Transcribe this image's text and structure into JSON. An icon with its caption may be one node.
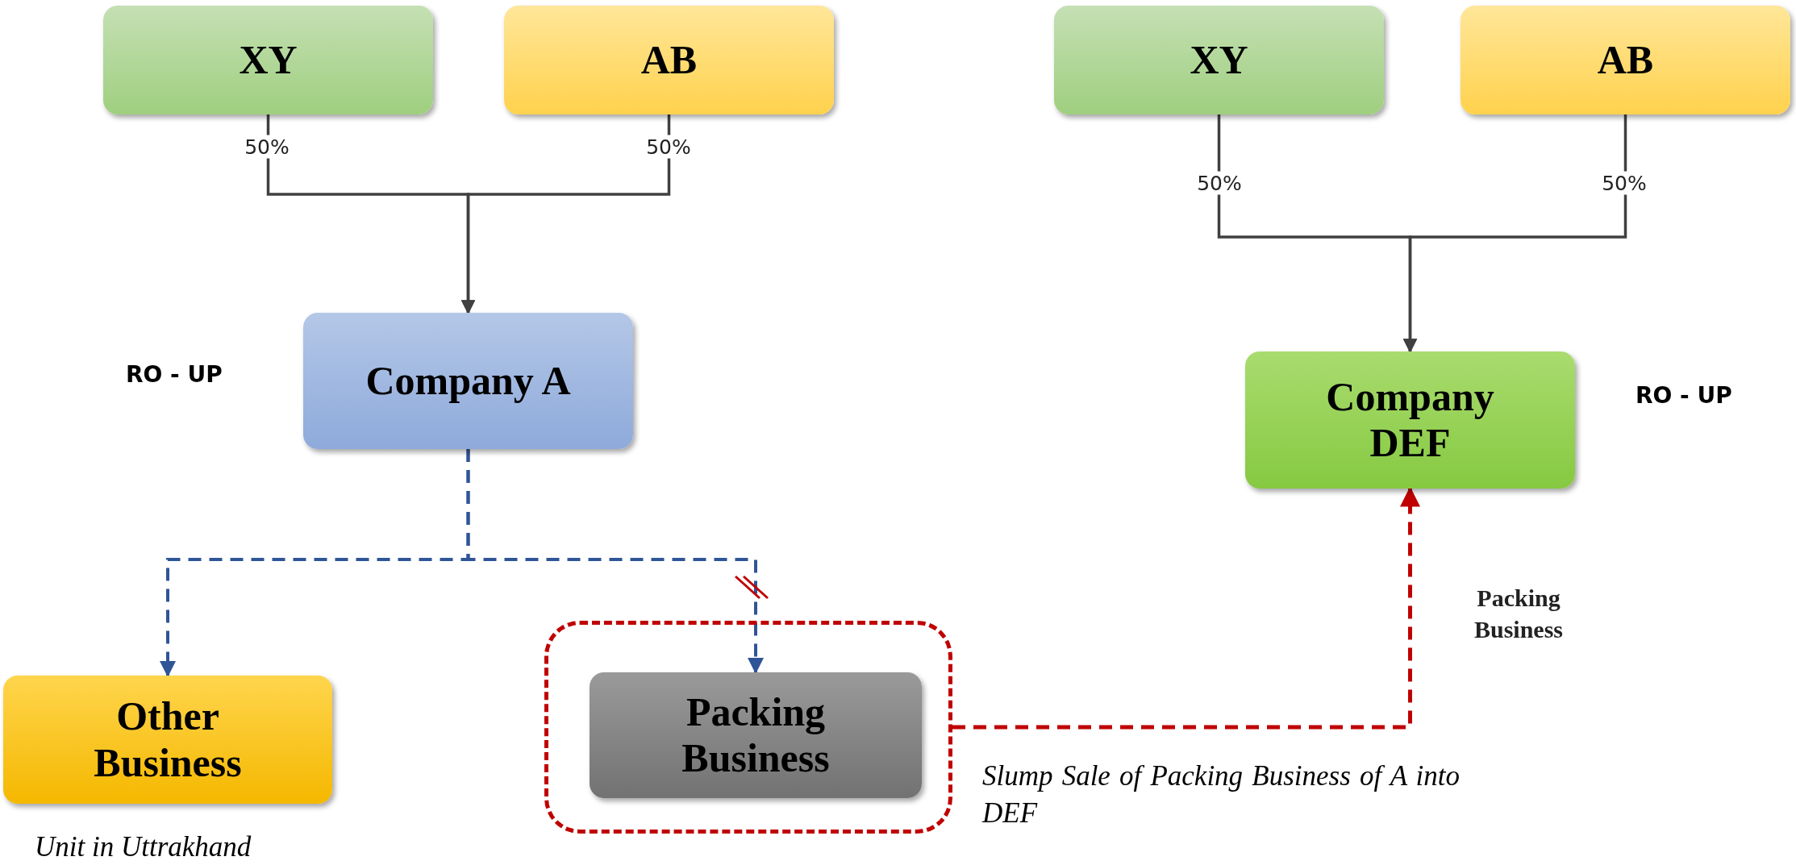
{
  "diagram": {
    "nodes": [
      {
        "text": [
          "XY"
        ]
      },
      {
        "text": [
          "AB"
        ]
      },
      {
        "text": [
          "XY"
        ]
      },
      {
        "text": [
          "AB"
        ]
      },
      {
        "text": [
          "Company A"
        ]
      },
      {
        "text": [
          "Company DEF"
        ]
      },
      {
        "text": [],
        "shape": "box"
      },
      {
        "text": [
          "Other Business"
        ],
        "beside": [
          "Unit in Uttrakhand"
        ]
      },
      {
        "text": [
          "Packing Business"
        ],
        "in": 6
      }
    ],
    "edges": [
      {
        "from": 0,
        "to": 4,
        "arrow": "to",
        "label": "50%"
      },
      {
        "from": 1,
        "to": 4,
        "arrow": "to",
        "label": "50%"
      },
      {
        "from": 2,
        "to": 5,
        "arrow": "to",
        "label": "50%"
      },
      {
        "from": 3,
        "to": 5,
        "arrow": "to",
        "label": "50%"
      },
      {
        "from": 4,
        "to": 7,
        "arrow": "to",
        "style": "dashed",
        "color": "#2f5597"
      },
      {
        "from": 4,
        "to": 8,
        "arrow": "to",
        "style": "dashed",
        "color": "#2f5597"
      },
      {
        "from": 6,
        "to": 5,
        "arrow": "to",
        "style": "dashed",
        "color": "#c00000",
        "label": "Packing Business"
      }
    ],
    "labels": [
      "RO - UP",
      "RO - UP",
      "Slump Sale of Packing Business of A into DEF"
    ]
  }
}
